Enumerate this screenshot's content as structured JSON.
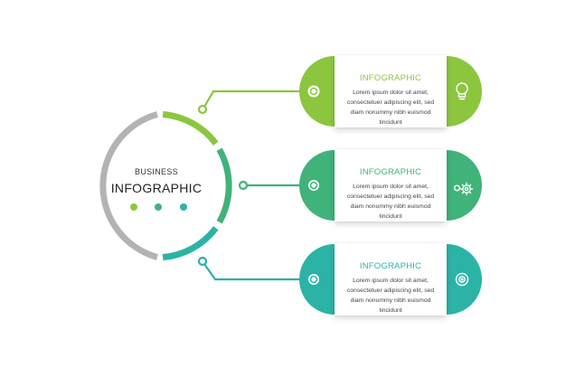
{
  "center": {
    "subtitle": "BUSINESS",
    "title": "INFOGRAPHIC",
    "dot_colors": [
      "#8cc63f",
      "#3fb384",
      "#2bb3a6"
    ]
  },
  "colors": {
    "green_light": "#8cc63f",
    "green": "#3fb37a",
    "teal": "#2bb3a6",
    "ring_gray": "#b3b3b3"
  },
  "steps": [
    {
      "title": "INFOGRAPHIC",
      "text": "Lorem ipsum dolor sit amet, consectetuer adipiscing elit, sed diam nonummy nibh euismod tincidunt",
      "color": "#8cc63f",
      "icon": "lightbulb-icon"
    },
    {
      "title": "INFOGRAPHIC",
      "text": "Lorem ipsum dolor sit amet, consectetuer adipiscing elit, sed diam nonummy nibh euismod tincidunt",
      "color": "#3fb37a",
      "icon": "gears-icon"
    },
    {
      "title": "INFOGRAPHIC",
      "text": "Lorem ipsum dolor sit amet, consectetuer adipiscing elit, sed diam nonummy nibh euismod tincidunt",
      "color": "#2bb3a6",
      "icon": "target-icon"
    }
  ]
}
